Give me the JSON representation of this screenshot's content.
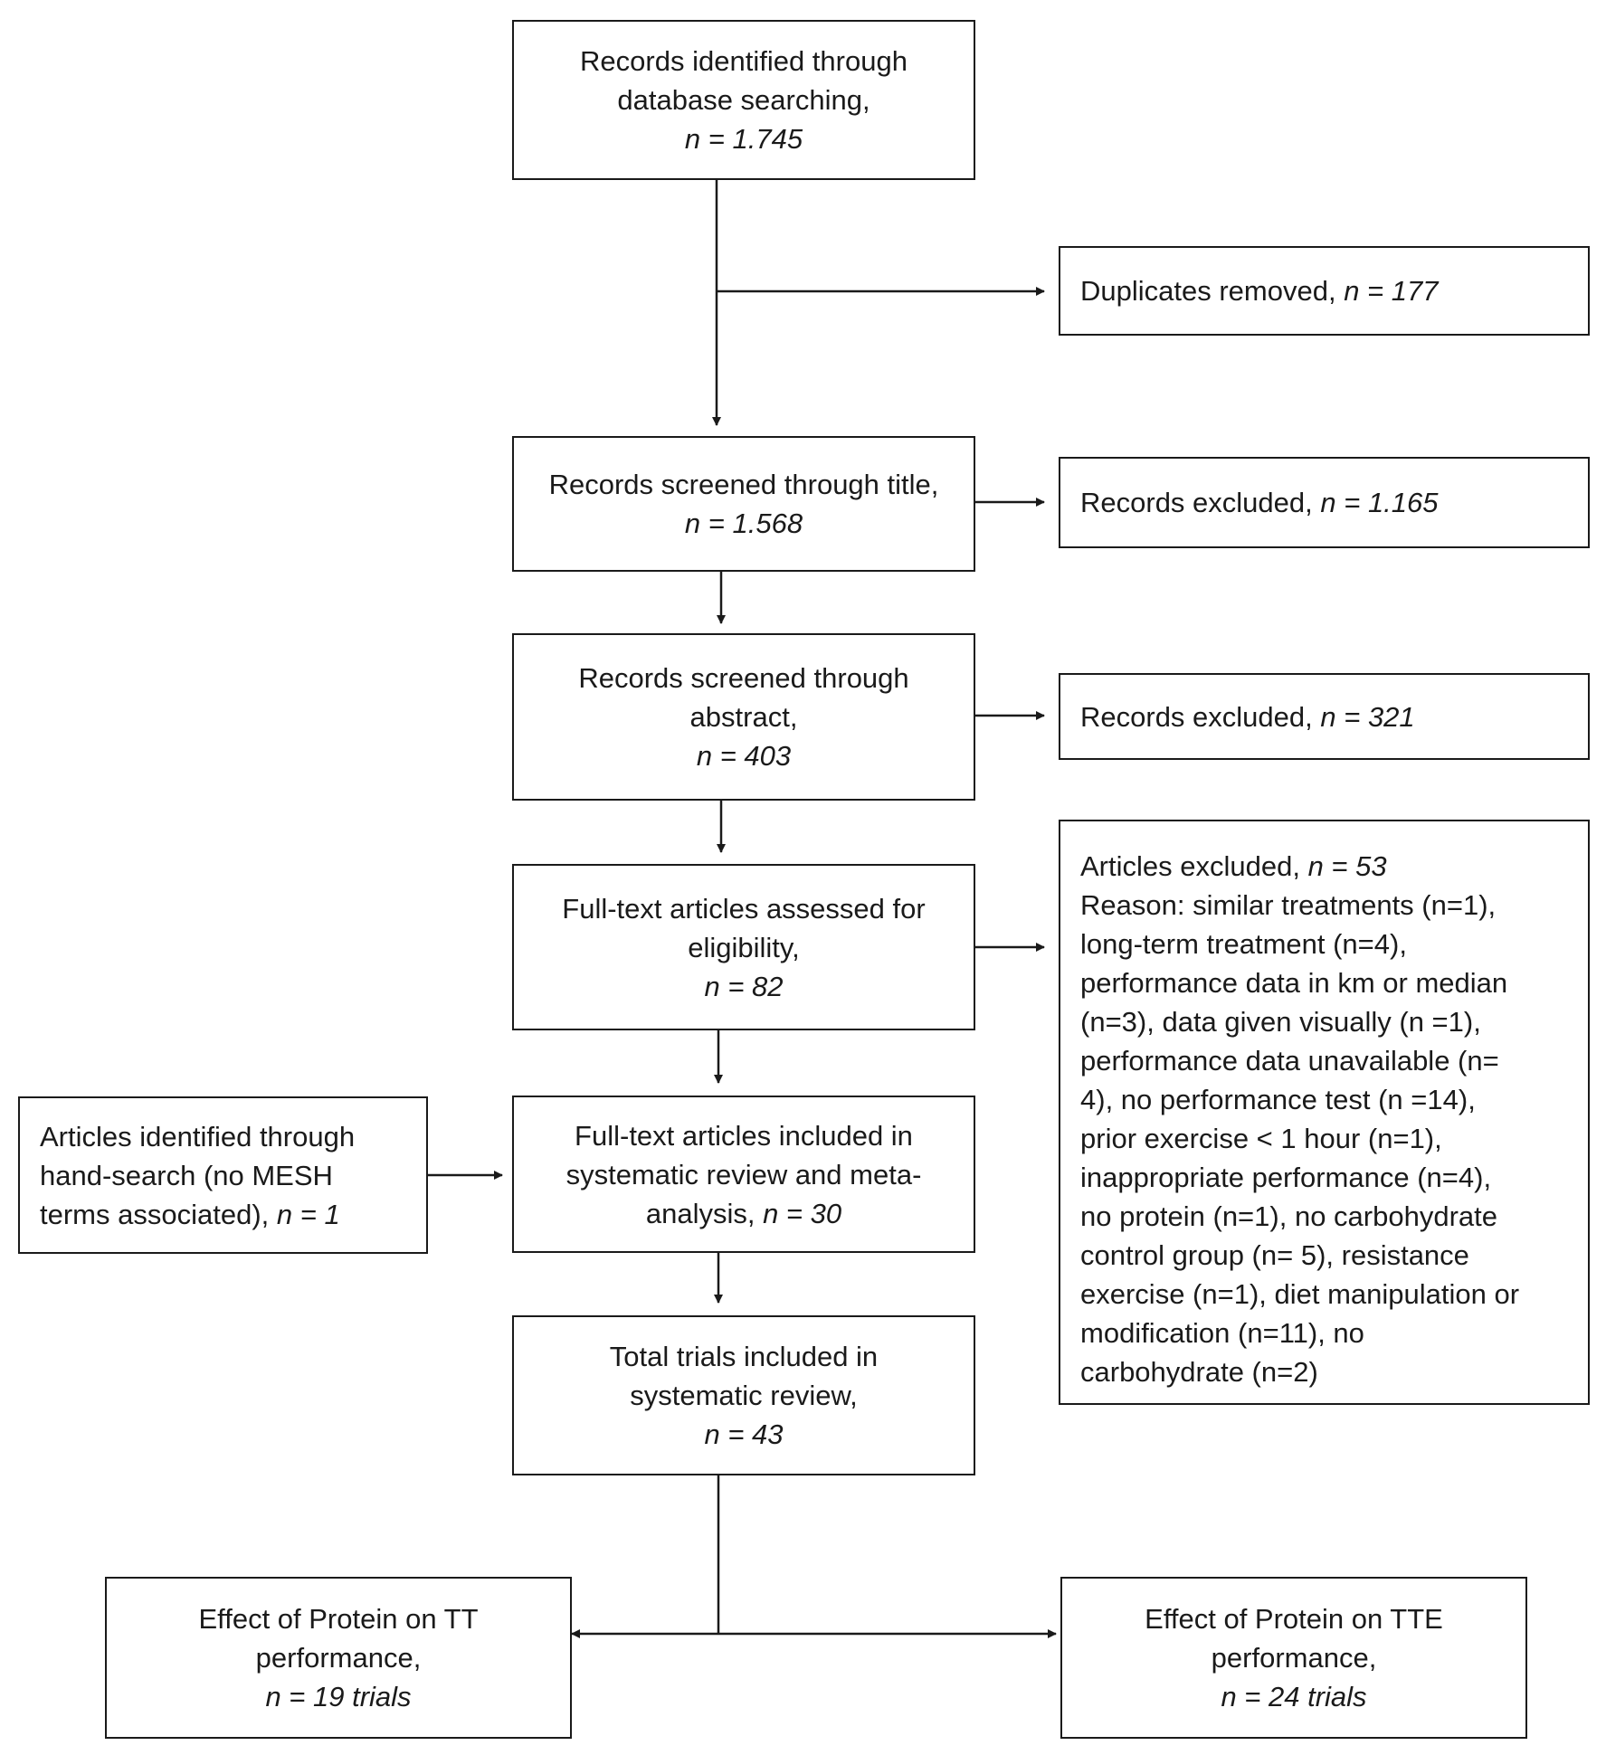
{
  "diagram": {
    "identified": {
      "line1": "Records identified through",
      "line2": "database searching,",
      "count": "n = 1.745"
    },
    "duplicates": {
      "text": "Duplicates removed, ",
      "count": "n = 177"
    },
    "screened_title": {
      "line1": "Records screened through title,",
      "count": "n = 1.568"
    },
    "excluded_title": {
      "text": "Records excluded, ",
      "count": "n = 1.165"
    },
    "screened_abstract": {
      "line1": "Records screened through",
      "line2": "abstract,",
      "count": "n = 403"
    },
    "excluded_abstract": {
      "text": "Records excluded, ",
      "count": "n = 321"
    },
    "fulltext_assessed": {
      "line1": "Full-text articles assessed for",
      "line2": "eligibility,",
      "count": "n = 82"
    },
    "articles_excluded": {
      "heading": "Articles excluded, ",
      "count": "n = 53",
      "reason_lines": [
        "Reason: similar treatments (n=1),",
        "long-term treatment (n=4),",
        "performance data in km or median",
        "(n=3), data given visually (n =1),",
        "performance data unavailable (n=",
        "4), no performance test (n =14),",
        "prior exercise < 1 hour (n=1),",
        "inappropriate performance (n=4),",
        "no protein (n=1), no carbohydrate",
        "control group (n= 5), resistance",
        "exercise (n=1), diet manipulation or",
        "modification (n=11), no",
        "carbohydrate (n=2)"
      ]
    },
    "hand_search": {
      "line1": "Articles identified through",
      "line2": "hand-search (no MESH",
      "line3": "terms associated), ",
      "count": "n = 1"
    },
    "fulltext_included": {
      "line1": "Full-text articles included in",
      "line2": "systematic review and meta-",
      "line3": "analysis, ",
      "count": "n = 30"
    },
    "total_trials": {
      "line1": "Total trials included in",
      "line2": "systematic review,",
      "count": "n = 43"
    },
    "tt_effect": {
      "line1": "Effect of Protein on TT",
      "line2": "performance,",
      "count": "n = 19  trials"
    },
    "tte_effect": {
      "line1": "Effect of Protein on TTE",
      "line2": "performance,",
      "count": "n = 24  trials"
    }
  }
}
